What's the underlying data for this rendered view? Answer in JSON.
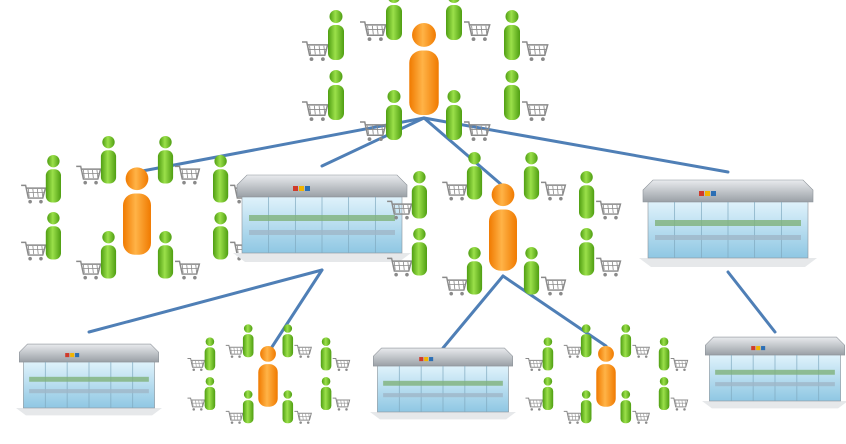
{
  "colors": {
    "connector": "#4f7fb6",
    "leader_light": "#ffb347",
    "leader_dark": "#f07a00",
    "customer_light": "#9be04a",
    "customer_dark": "#4f9e12",
    "cart": "#8a8a8a",
    "store_roof": "#c9ccd0",
    "store_glass": "#bfe3f5",
    "store_base": "#e6e8ea"
  },
  "icons": {
    "leader": "person-orange-icon",
    "customer": "person-green-icon",
    "cart": "shopping-cart-icon",
    "store": "store-building-icon"
  },
  "nodes": [
    {
      "id": "root",
      "kind": "group",
      "parent": null
    },
    {
      "id": "l1-group-left",
      "kind": "group",
      "parent": "root"
    },
    {
      "id": "l1-store-a",
      "kind": "store",
      "parent": "root"
    },
    {
      "id": "l1-group-center",
      "kind": "group",
      "parent": "root"
    },
    {
      "id": "l1-store-b",
      "kind": "store",
      "parent": "root"
    },
    {
      "id": "l2-store-a",
      "kind": "store",
      "parent": "l1-store-a"
    },
    {
      "id": "l2-group-a",
      "kind": "group",
      "parent": "l1-store-a"
    },
    {
      "id": "l2-store-b",
      "kind": "store",
      "parent": "l1-group-center"
    },
    {
      "id": "l2-group-b",
      "kind": "group",
      "parent": "l1-group-center"
    },
    {
      "id": "l2-store-c",
      "kind": "store",
      "parent": "l1-store-b"
    }
  ]
}
